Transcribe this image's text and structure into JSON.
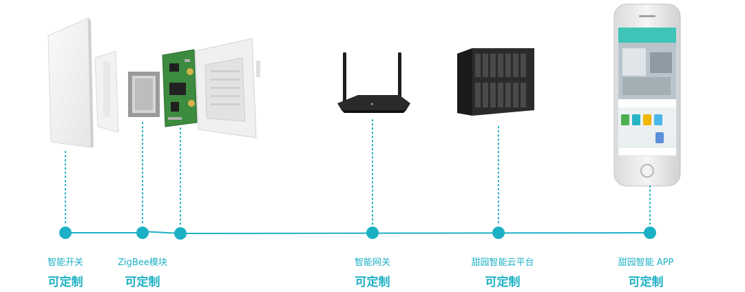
{
  "accent_color": "#1cb0c4",
  "items": [
    {
      "name": "智能开关",
      "sub": "可定制",
      "icon": "wall-switch-panel"
    },
    {
      "name": "ZigBee模块",
      "sub": "可定制",
      "icon": "zigbee-circuit-board"
    },
    {
      "name": "智能网关",
      "sub": "可定制",
      "icon": "router-gateway"
    },
    {
      "name": "甜园智能云平台",
      "sub": "可定制",
      "icon": "server-rack"
    },
    {
      "name": "甜园智能 APP",
      "sub": "可定制",
      "icon": "smartphone-app"
    }
  ]
}
